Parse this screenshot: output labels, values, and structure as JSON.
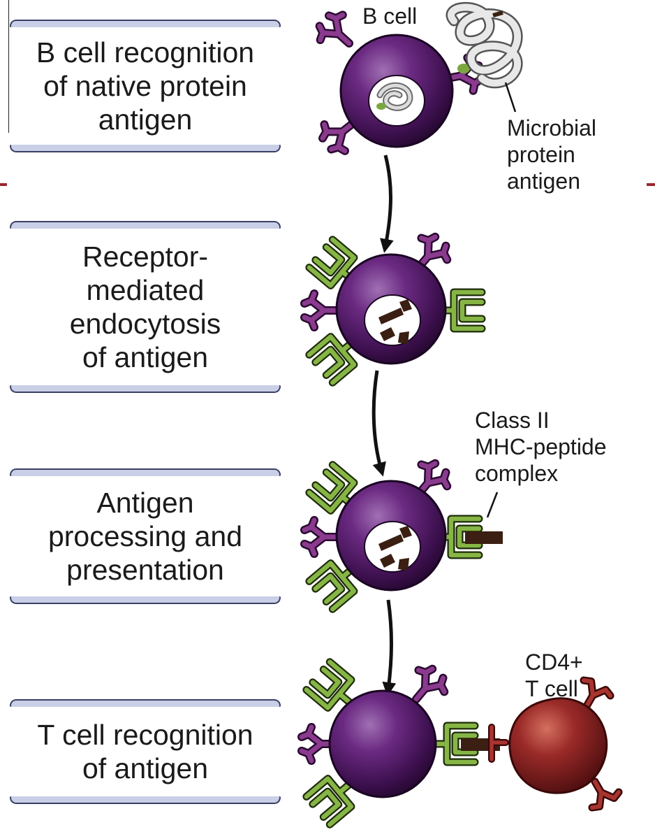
{
  "steps": [
    {
      "label": "B cell recognition\nof native protein\nantigen"
    },
    {
      "label": "Receptor-\nmediated\nendocytosis\nof antigen"
    },
    {
      "label": "Antigen\nprocessing and\npresentation"
    },
    {
      "label": "T cell recognition\nof antigen"
    }
  ],
  "callouts": {
    "b_cell": "B cell",
    "microbial_antigen": "Microbial\nprotein\nantigen",
    "mhc_complex": "Class II\nMHC-peptide\ncomplex",
    "cd4_t_cell": "CD4+\nT cell"
  },
  "colors": {
    "b_cell": "#5b1f6e",
    "b_cell_receptor": "#7a2a7e",
    "mhc_class_ii": "#7fae3e",
    "peptide": "#3a1f12",
    "t_cell": "#9a2a28",
    "box_bar": "#c9cfe6",
    "arrow": "#111111"
  }
}
